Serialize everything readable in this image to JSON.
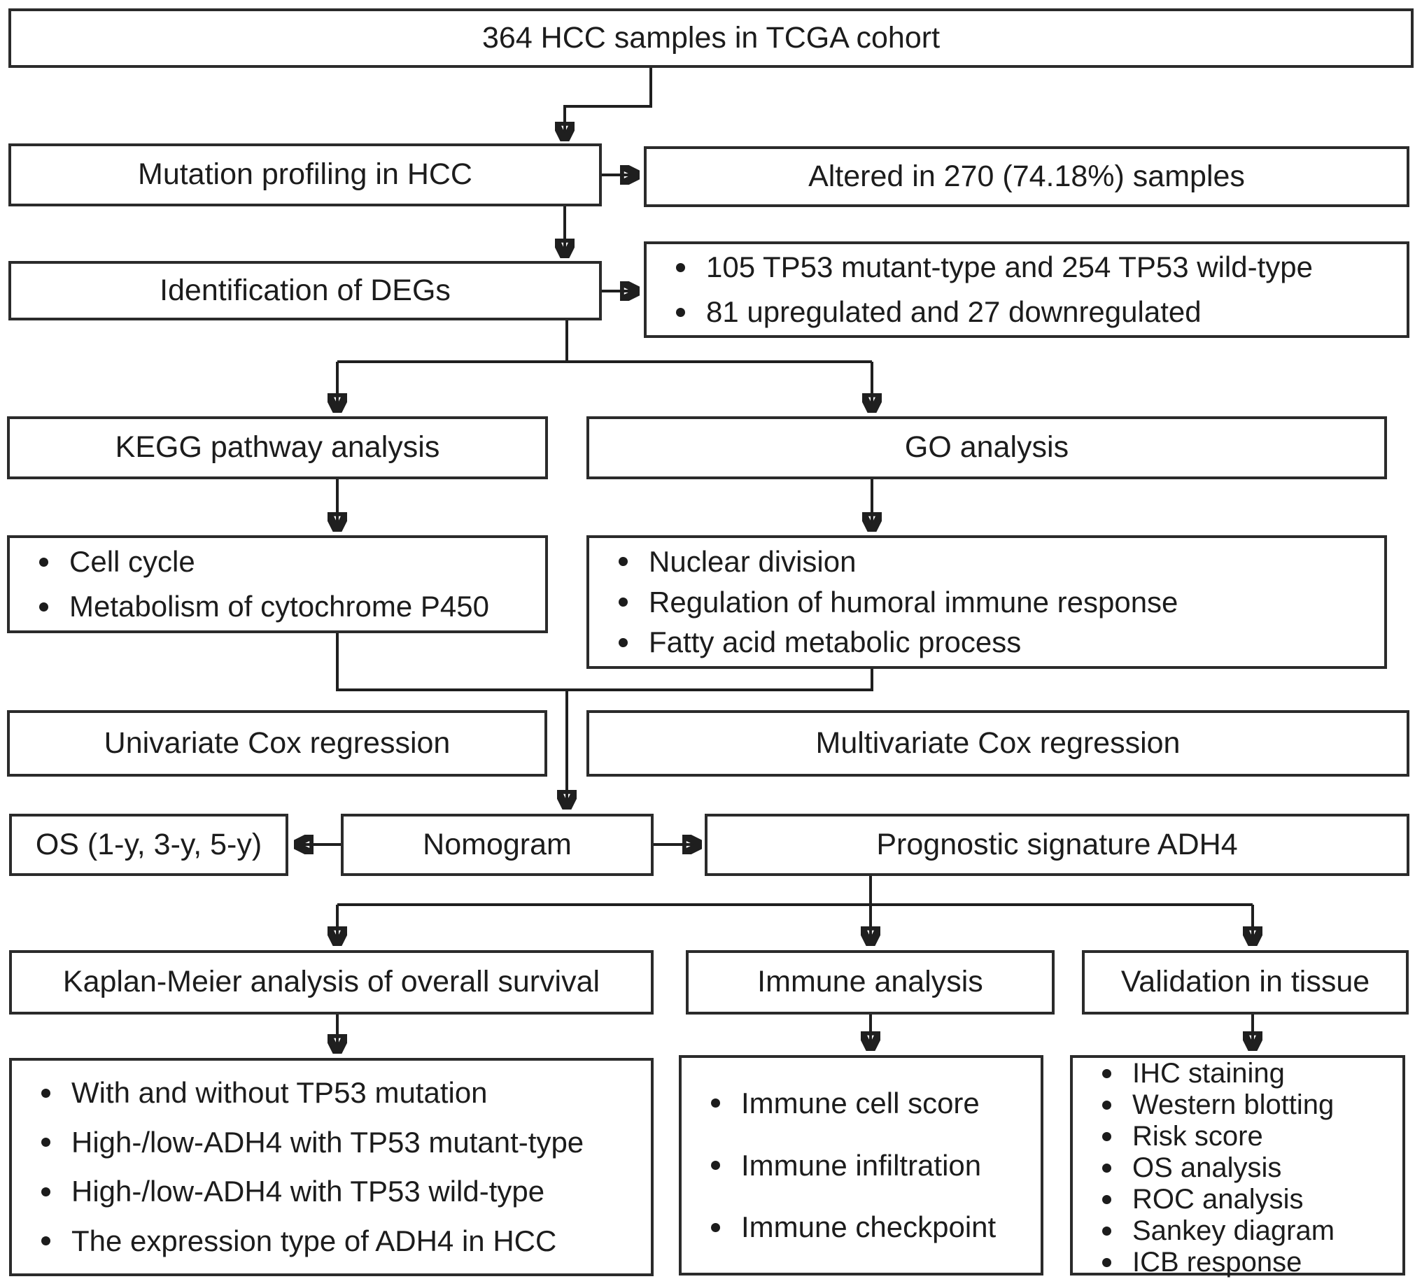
{
  "boxes": {
    "tcga": {
      "label": "364 HCC samples in TCGA cohort"
    },
    "mutation": {
      "label": "Mutation profiling in HCC"
    },
    "altered": {
      "label": "Altered in 270 (74.18%) samples"
    },
    "degs": {
      "label": "Identification of DEGs"
    },
    "deg_results": {
      "items": [
        "105 TP53 mutant-type and 254 TP53 wild-type",
        "81 upregulated and 27 downregulated"
      ]
    },
    "kegg": {
      "label": "KEGG pathway analysis"
    },
    "go": {
      "label": "GO analysis"
    },
    "kegg_results": {
      "items": [
        "Cell cycle",
        "Metabolism of cytochrome P450"
      ]
    },
    "go_results": {
      "items": [
        "Nuclear division",
        "Regulation of humoral immune response",
        "Fatty acid metabolic process"
      ]
    },
    "univariate": {
      "label": "Univariate Cox regression"
    },
    "multivariate": {
      "label": "Multivariate Cox regression"
    },
    "os": {
      "label": "OS (1-y, 3-y, 5-y)"
    },
    "nomogram": {
      "label": "Nomogram"
    },
    "adh4": {
      "label": "Prognostic signature ADH4"
    },
    "km": {
      "label": "Kaplan-Meier analysis of overall survival"
    },
    "immune": {
      "label": "Immune analysis"
    },
    "validation": {
      "label": "Validation in tissue"
    },
    "km_results": {
      "items": [
        "With and without TP53 mutation",
        "High-/low-ADH4 with TP53 mutant-type",
        "High-/low-ADH4 with TP53 wild-type",
        "The expression type of ADH4 in HCC"
      ]
    },
    "immune_results": {
      "items": [
        "Immune cell score",
        "Immune infiltration",
        "Immune checkpoint"
      ]
    },
    "validation_results": {
      "items": [
        "IHC staining",
        "Western blotting",
        "Risk score",
        "OS analysis",
        "ROC analysis",
        "Sankey diagram",
        "ICB response"
      ]
    }
  },
  "colors": {
    "background": "#ffffff",
    "border": "#2b2b2b",
    "text": "#1c1c1c",
    "line": "#1f1f1f"
  }
}
